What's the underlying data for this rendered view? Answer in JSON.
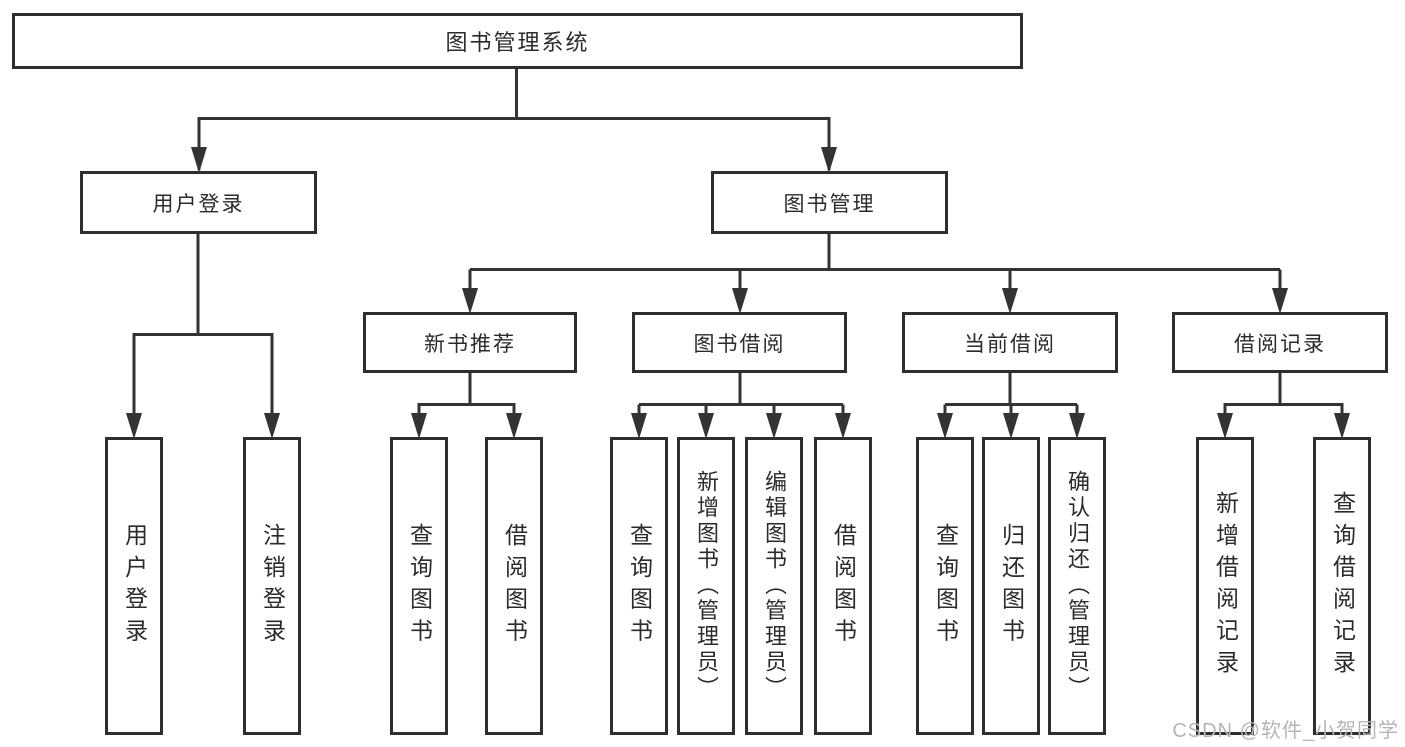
{
  "diagram": {
    "tree": {
      "root": {
        "label": "图书管理系统"
      },
      "branches": [
        {
          "label": "用户登录",
          "children": [
            {
              "label": "用户登录"
            },
            {
              "label": "注销登录"
            }
          ]
        },
        {
          "label": "图书管理",
          "children": [
            {
              "label": "新书推荐",
              "children": [
                {
                  "label": "查询图书"
                },
                {
                  "label": "借阅图书"
                }
              ]
            },
            {
              "label": "图书借阅",
              "children": [
                {
                  "label": "查询图书"
                },
                {
                  "label": "新增图书（管理员）"
                },
                {
                  "label": "编辑图书（管理员）"
                },
                {
                  "label": "借阅图书"
                }
              ]
            },
            {
              "label": "当前借阅",
              "children": [
                {
                  "label": "查询图书"
                },
                {
                  "label": "归还图书"
                },
                {
                  "label": "确认归还（管理员）"
                }
              ]
            },
            {
              "label": "借阅记录",
              "children": [
                {
                  "label": "新增借阅记录"
                },
                {
                  "label": "查询借阅记录"
                }
              ]
            }
          ]
        }
      ]
    },
    "watermark": "CSDN @软件_小贺同学",
    "colors": {
      "line": "#333333",
      "box_border": "#2e2e2e",
      "text": "#2b2b2b",
      "watermark": "#b5b5b8",
      "background": "#ffffff"
    }
  }
}
